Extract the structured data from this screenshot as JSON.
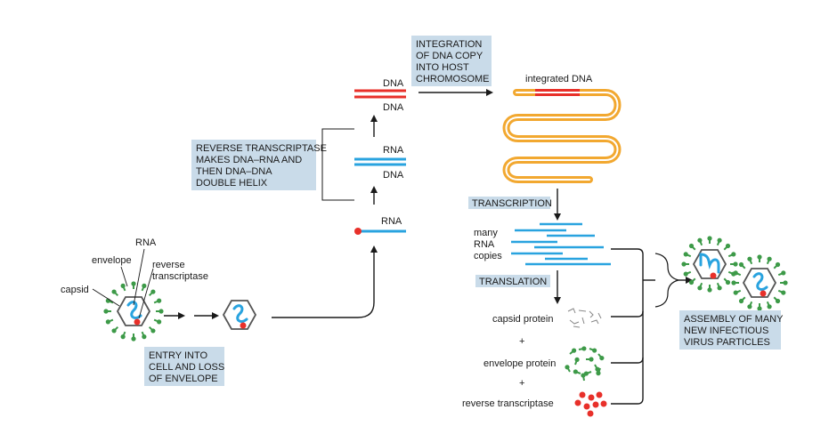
{
  "colors": {
    "rna": "#29a3df",
    "dna": "#e8302a",
    "host_dna": "#f2a830",
    "box": "#c9dbe9",
    "capsid_stroke": "#555555",
    "envelope": "#3d9a48",
    "line": "#1a1a1a"
  },
  "virion_labels": {
    "rna": "RNA",
    "envelope": "envelope",
    "reverse_transcriptase": [
      "reverse",
      "transcriptase"
    ],
    "capsid": "capsid"
  },
  "steps": {
    "entry": [
      "ENTRY INTO",
      "CELL AND LOSS",
      "OF ENVELOPE"
    ],
    "reverse_transcription": [
      "REVERSE TRANSCRIPTASE",
      "MAKES DNA–RNA AND",
      "THEN DNA–DNA",
      "DOUBLE HELIX"
    ],
    "integration": [
      "INTEGRATION",
      "OF DNA COPY",
      "INTO HOST",
      "CHROMOSOME"
    ],
    "transcription": "TRANSCRIPTION",
    "translation": "TRANSLATION",
    "assembly": [
      "ASSEMBLY OF MANY",
      "NEW INFECTIOUS",
      "VIRUS PARTICLES"
    ]
  },
  "strand_labels": {
    "rna_single": "RNA",
    "hybrid_rna": "RNA",
    "hybrid_dna": "DNA",
    "dsdna_top": "DNA",
    "dsdna_bottom": "DNA",
    "integrated_dna": "integrated DNA",
    "many_rna_copies": [
      "many",
      "RNA",
      "copies"
    ]
  },
  "products": {
    "capsid_protein": "capsid protein",
    "plus_1": "+",
    "envelope_protein": "envelope protein",
    "plus_2": "+",
    "reverse_transcriptase": "reverse transcriptase"
  }
}
